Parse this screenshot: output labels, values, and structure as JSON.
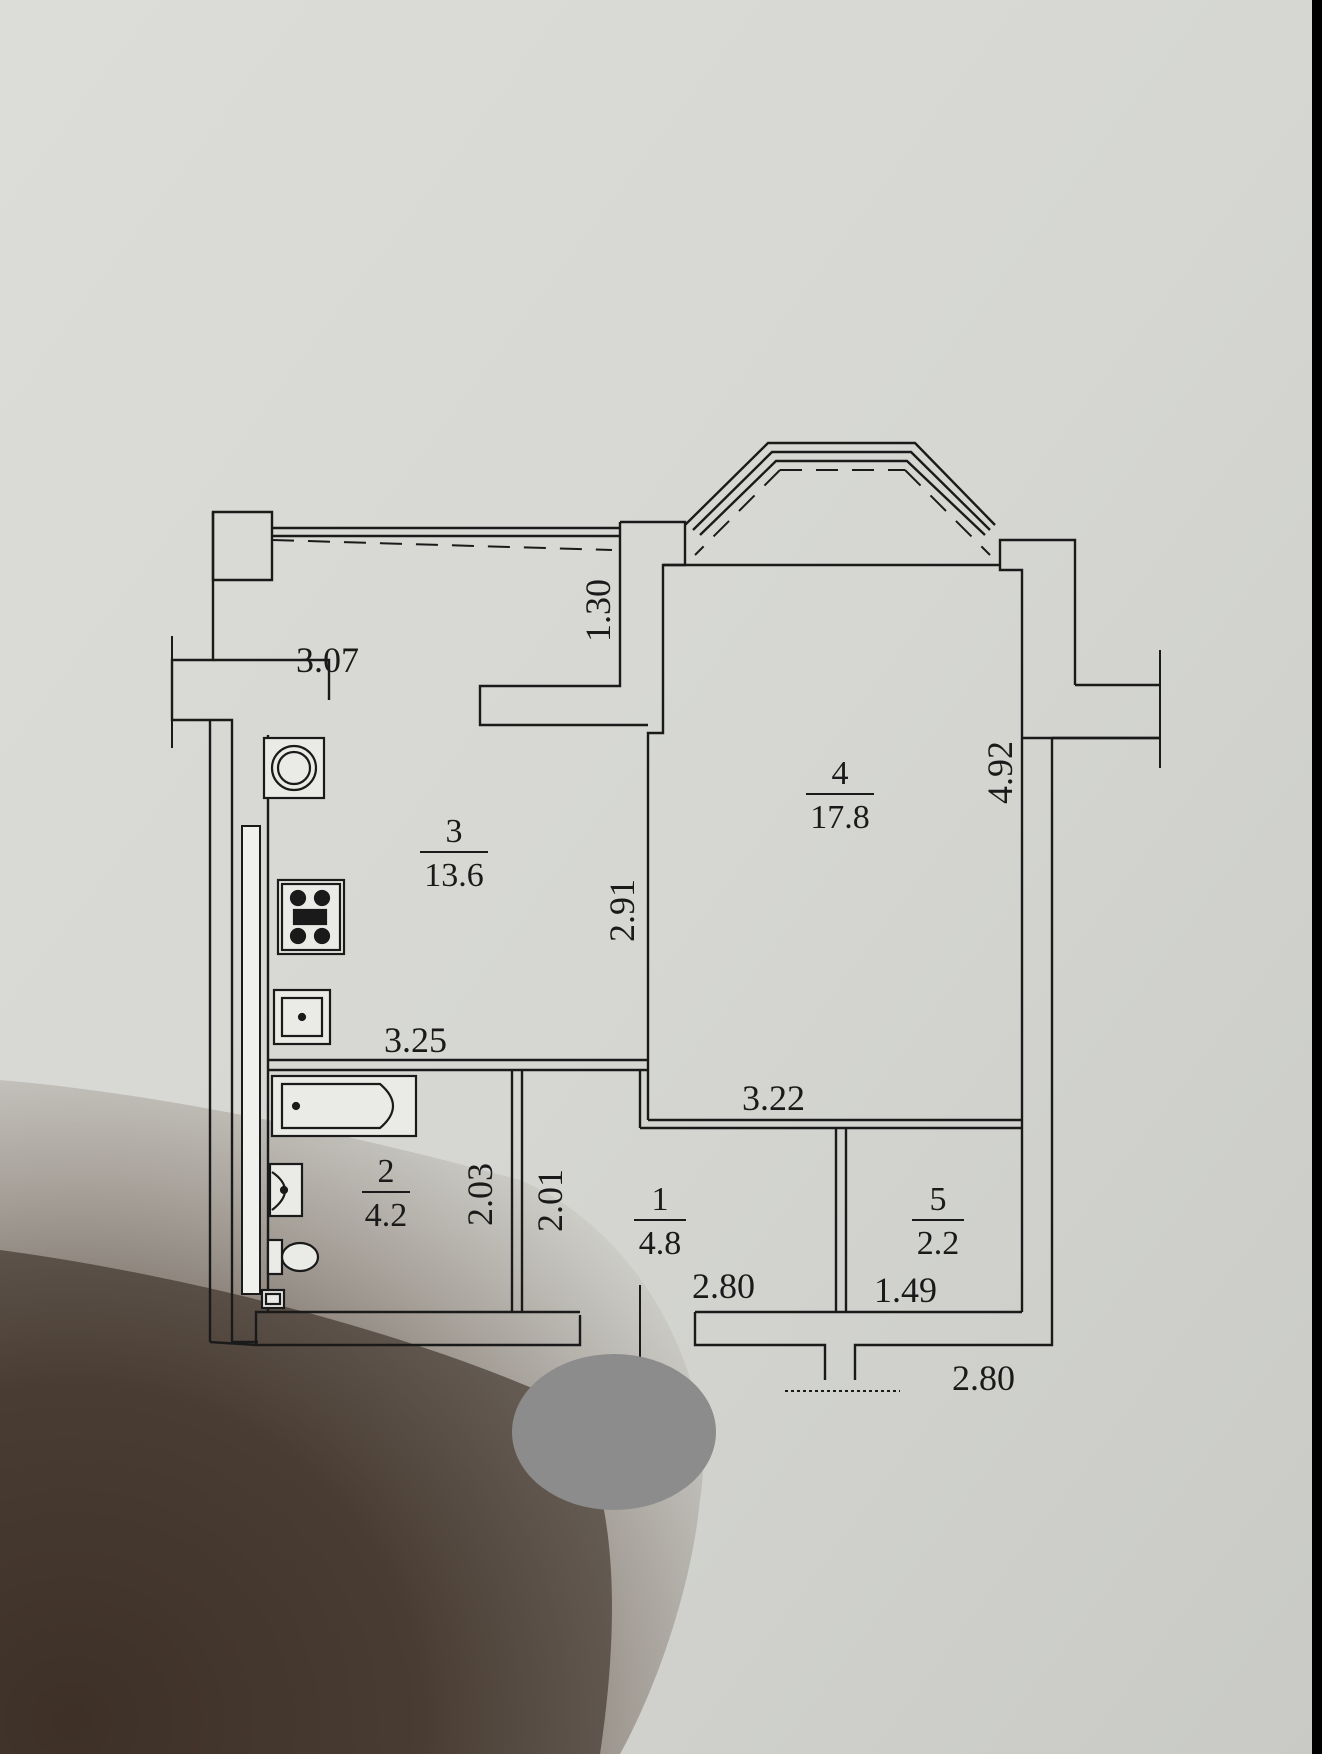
{
  "colors": {
    "paper": "#d9dad6",
    "paper_shadow": "#6f5e50",
    "ink": "#1a1a1a",
    "wall_fill": "#e8e8e4",
    "redaction": "#8c8c8c"
  },
  "rooms": [
    {
      "number": "1",
      "area": "4.8"
    },
    {
      "number": "2",
      "area": "4.2"
    },
    {
      "number": "3",
      "area": "13.6"
    },
    {
      "number": "4",
      "area": "17.8"
    },
    {
      "number": "5",
      "area": "2.2"
    }
  ],
  "dimensions": {
    "kitchen_top": "3.07",
    "balcony_depth": "1.30",
    "kitchen_height": "2.91",
    "kitchen_bottom": "3.25",
    "room4_height": "4.92",
    "room4_bottom": "3.22",
    "bath_height": "2.03",
    "hall_height": "2.01",
    "hall_width": "2.80",
    "storage_width": "1.49",
    "outside_width": "2.80"
  },
  "icons": [
    "stove-icon",
    "cooktop-icon",
    "sink-icon",
    "bathtub-icon",
    "washbasin-icon",
    "toilet-icon"
  ]
}
